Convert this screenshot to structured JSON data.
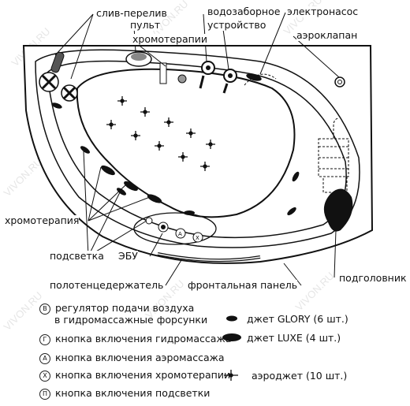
{
  "labels": {
    "drain": "слив-перелив",
    "intake_1": "водозаборное",
    "intake_2": "устройство",
    "pump": "электронасос",
    "remote": "пульт",
    "chromo_top": "хромотерапии",
    "air_valve": "аэроклапан",
    "chromo_left": "хромотерапия",
    "backlight": "подсветка",
    "ebu": "ЭБУ",
    "towel": "полотенцедержатель",
    "front_panel": "фронтальная панель",
    "headrest": "подголовник"
  },
  "legend": {
    "b_letter": "B",
    "b_line1": "регулятор подачи воздуха",
    "b_line2": "в гидромассажные форсунки",
    "g_letter": "Г",
    "g_text": "кнопка включения гидромассажа",
    "a_letter": "А",
    "a_text": "кнопка включения аэромассажа",
    "x_letter": "Х",
    "x_text": "кнопка включения хромотерапии",
    "p_letter": "П",
    "p_text": "кнопка включения подсветки",
    "glory": "джет GLORY (6 шт.)",
    "luxe": "джет LUXE (4 шт.)",
    "aero": "аэроджет (10 шт.)"
  },
  "watermark": "VIVON.RU"
}
